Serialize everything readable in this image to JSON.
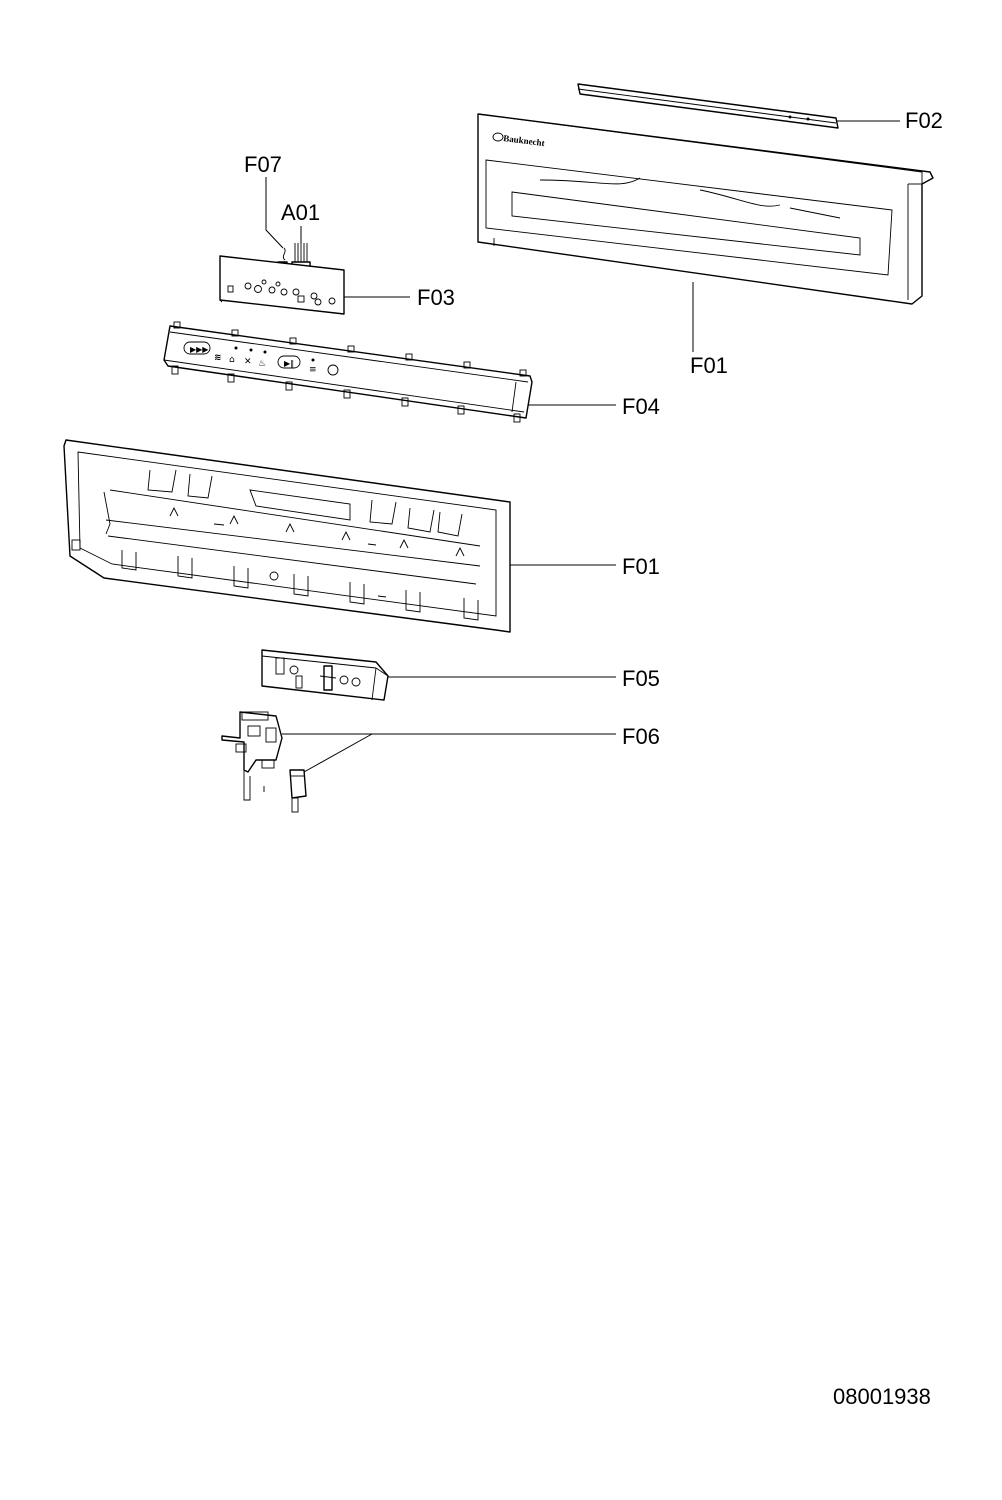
{
  "labels": {
    "f02": "F02",
    "f07": "F07",
    "a01": "A01",
    "f03": "F03",
    "f01_top": "F01",
    "f04": "F04",
    "f01_mid": "F01",
    "f05": "F05",
    "f06": "F06"
  },
  "brand_logo": "Bauknecht",
  "drawing_number": "08001938"
}
